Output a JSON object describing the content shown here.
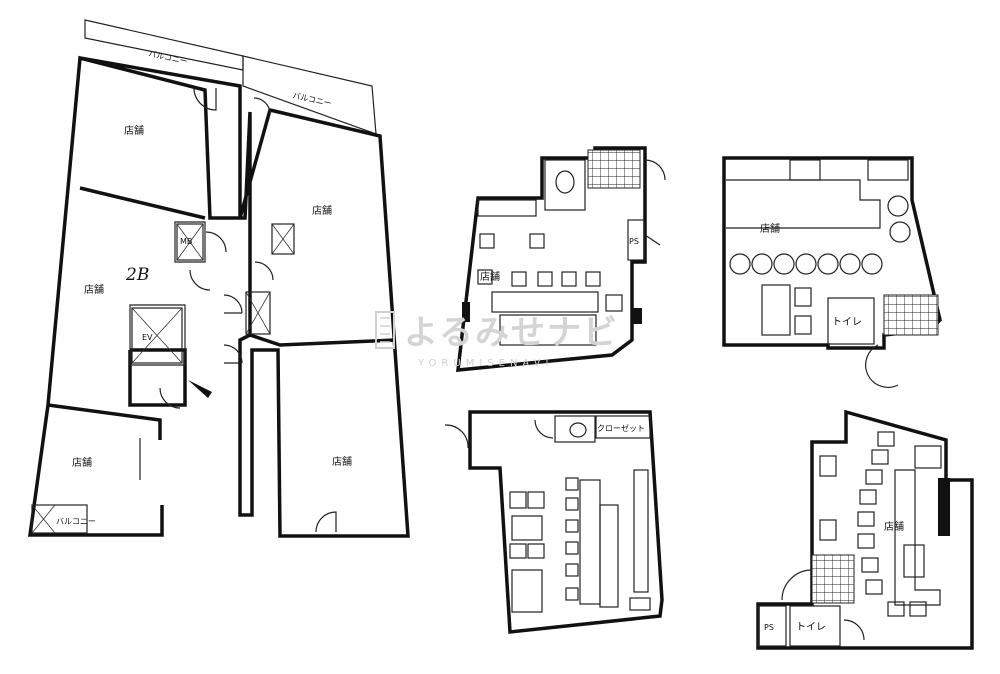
{
  "main_plan": {
    "balcony_top_left": "バルコニー",
    "balcony_top_right": "バルコニー",
    "balcony_bottom_left": "バルコニー",
    "store_labels": [
      "店舗",
      "店舗",
      "店舗",
      "店舗"
    ],
    "store_label_stylized": "店舗",
    "floor_marker": "2B",
    "mb_label": "MB",
    "ev_label": "EV"
  },
  "unit_a": {
    "store_label": "店舗",
    "ps_label": "PS"
  },
  "unit_b": {
    "store_label": "店舗",
    "toilet_label": "トイレ"
  },
  "unit_c": {
    "closet_label": "クローゼット"
  },
  "unit_d": {
    "store_label": "店舗",
    "ps_label": "PS",
    "toilet_label": "トイレ"
  },
  "watermark": {
    "brand": "よるみせナビ",
    "sub": "YORUMISENAVI"
  }
}
